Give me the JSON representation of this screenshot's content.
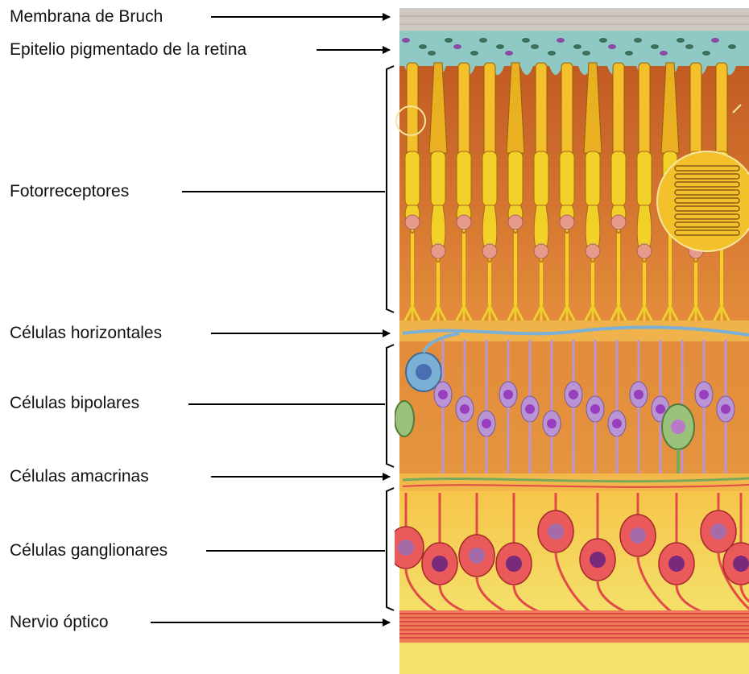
{
  "labels": {
    "bruch": "Membrana de Bruch",
    "epitelio": "Epitelio pigmentado de la retina",
    "fotorreceptores": "Fotorreceptores",
    "horizontales": "Células horizontales",
    "bipolares": "Células bipolares",
    "amacrinas": "Células amacrinas",
    "ganglionares": "Células ganglionares",
    "nervio": "Nervio óptico"
  },
  "colors": {
    "pigment_epithelium": "#8fc9c3",
    "photoreceptor": "#f2d02a",
    "background_orange": "#e28a3a",
    "bipolar": "#b995d6",
    "horizontal": "#7ab0d6",
    "ganglion": "#e24a4a",
    "nerve_band": "#f4e06a"
  }
}
